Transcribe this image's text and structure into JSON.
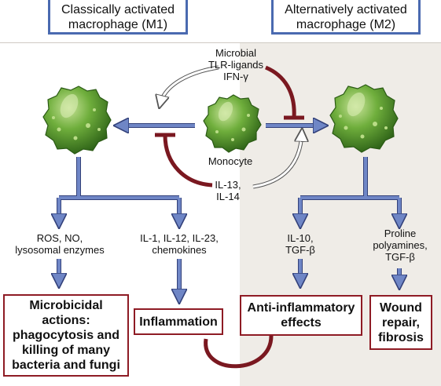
{
  "headers": {
    "m1": "Classically activated macrophage (M1)",
    "m2": "Alternatively activated macrophage (M2)"
  },
  "cells": {
    "monocyte": "Monocyte"
  },
  "signals": {
    "m1_inducers": [
      "Microbial",
      "TLR-ligands",
      "IFN-γ"
    ],
    "m2_inducers": [
      "IL-13,",
      "IL-14"
    ]
  },
  "m1_products": {
    "left": [
      "ROS, NO,",
      "lysosomal enzymes"
    ],
    "right": [
      "IL-1, IL-12, IL-23,",
      "chemokines"
    ]
  },
  "m2_products": {
    "left": [
      "IL-10,",
      "TGF-β"
    ],
    "right": [
      "Proline",
      "polyamines,",
      "TGF-β"
    ]
  },
  "outcomes": {
    "microbicidal": [
      "Microbicidal",
      "actions:",
      "phagocytosis and",
      "killing of many",
      "bacteria and fungi"
    ],
    "inflammation": "Inflammation",
    "anti_inflammatory": [
      "Anti-inflammatory",
      "effects"
    ],
    "wound": [
      "Wound",
      "repair,",
      "fibrosis"
    ]
  },
  "colors": {
    "arrow_blue": "#6f86c6",
    "inhibit_red": "#7a1820",
    "box_border": "#8e1b24",
    "header_border": "#4a6ab0",
    "cell_green": "#5c9a32",
    "right_panel": "#efece7"
  }
}
